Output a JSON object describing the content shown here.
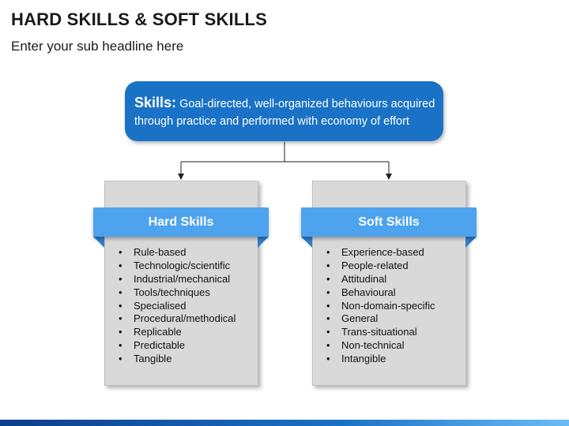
{
  "header": {
    "title": "HARD SKILLS & SOFT SKILLS",
    "subtitle": "Enter your sub headline here"
  },
  "definition": {
    "term": "Skills:",
    "text": "Goal-directed, well-organized behaviours acquired through practice and performed with economy of effort"
  },
  "hard_skills": {
    "title": "Hard Skills",
    "items": [
      "Rule-based",
      "Technologic/scientific",
      "Industrial/mechanical",
      "Tools/techniques",
      "Specialised",
      "Procedural/methodical",
      "Replicable",
      "Predictable",
      "Tangible"
    ]
  },
  "soft_skills": {
    "title": "Soft Skills",
    "items": [
      "Experience-based",
      "People-related",
      "Attitudinal",
      "Behavioural",
      "Non-domain-specific",
      "General",
      "Trans-situational",
      "Non-technical",
      "Intangible"
    ]
  },
  "colors": {
    "definition_box": "#1a72c6",
    "banner": "#4da3ee",
    "panel": "#d9d9d9"
  }
}
